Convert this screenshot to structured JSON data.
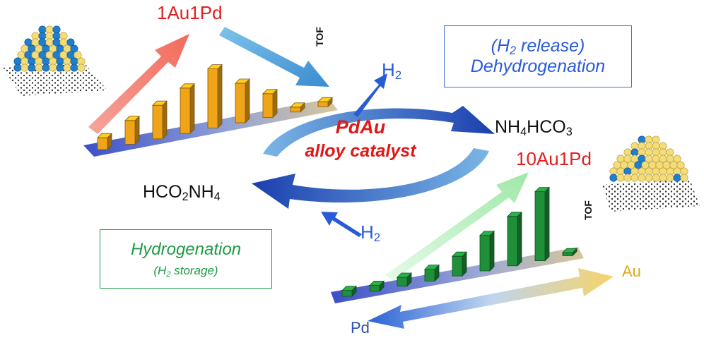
{
  "labels": {
    "top_alloy": "1Au1Pd",
    "bottom_alloy": "10Au1Pd",
    "tof_axis": "TOF",
    "h2_symbol": "H",
    "h2_subscript": "2",
    "nh4hco3_parts": [
      "NH",
      "4",
      "HCO",
      "3"
    ],
    "hco2nh4_parts": [
      "HCO",
      "2",
      "NH",
      "4"
    ],
    "au": "Au",
    "pd": "Pd"
  },
  "center": {
    "line1": "PdAu",
    "line2": "alloy catalyst"
  },
  "dehydrogenation_box": {
    "line1_pre": "(H",
    "line1_sub": "2",
    "line1_post": " release)",
    "line2": "Dehydrogenation"
  },
  "hydrogenation_box": {
    "line1": "Hydrogenation",
    "line2_pre": "(H",
    "line2_sub": "2",
    "line2_post": " storage)"
  },
  "colors": {
    "red": "#e02020",
    "blue": "#2a5bd7",
    "green": "#1e9a45",
    "bar_orange": "#f0a418",
    "bar_green": "#1f8f3a"
  },
  "chart_data": [
    {
      "type": "bar",
      "title": "1Au1Pd",
      "ylabel": "TOF",
      "values": [
        1.2,
        2.4,
        3.4,
        4.6,
        6.0,
        4.0,
        2.4,
        0.5,
        0.5
      ]
    },
    {
      "type": "bar",
      "title": "10Au1Pd",
      "ylabel": "TOF",
      "values": [
        0.6,
        0.6,
        0.9,
        1.2,
        2.0,
        3.6,
        5.0,
        7.0,
        0.3
      ]
    }
  ]
}
